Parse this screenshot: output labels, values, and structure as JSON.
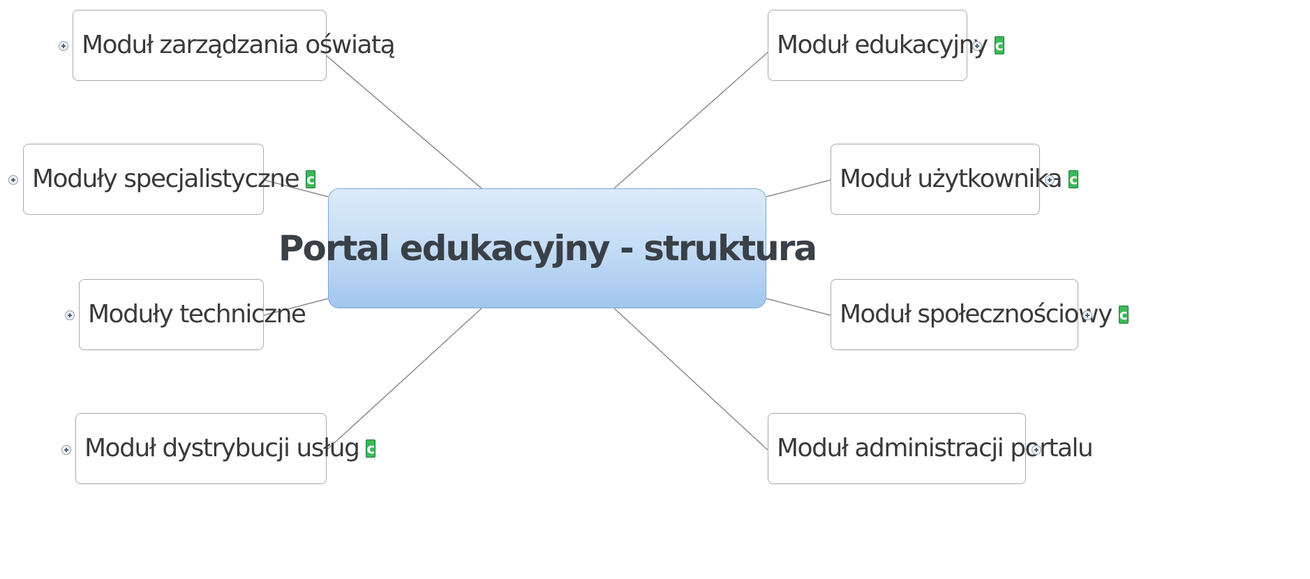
{
  "central_topic": "Portal edukacyjny - struktura",
  "badge_letter": "c",
  "left_topics": [
    {
      "label": "Moduł zarządzania oświatą",
      "has_badge": false
    },
    {
      "label": "Moduły specjalistyczne",
      "has_badge": true
    },
    {
      "label": "Moduły techniczne",
      "has_badge": false
    },
    {
      "label": "Moduł dystrybucji usług",
      "has_badge": true
    }
  ],
  "right_topics": [
    {
      "label": "Moduł edukacyjny",
      "has_badge": true
    },
    {
      "label": "Moduł użytkownika",
      "has_badge": true
    },
    {
      "label": "Moduł społecznościowy",
      "has_badge": true
    },
    {
      "label": "Moduł administracji portalu",
      "has_badge": false
    }
  ],
  "colors": {
    "central_top": "#dcebfa",
    "central_bottom": "#a2c6ef",
    "connector": "#8c8c8c",
    "badge": "#3db85a"
  }
}
